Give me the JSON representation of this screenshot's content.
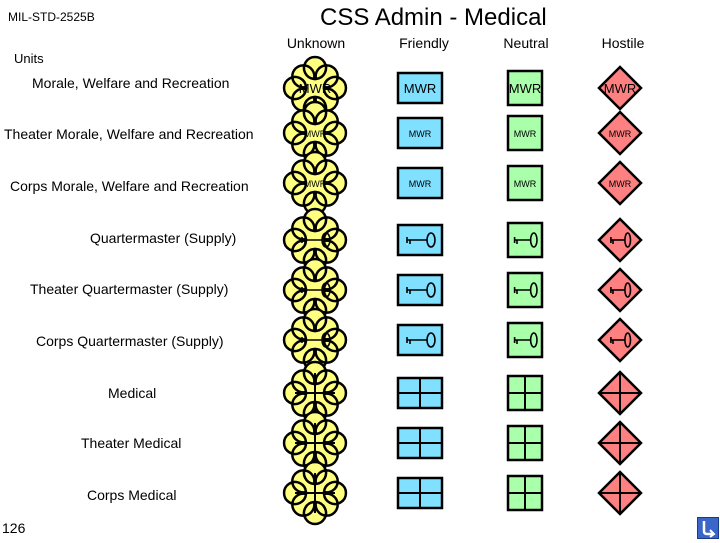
{
  "header": {
    "standard": "MIL-STD-2525B",
    "title": "CSS Admin - Medical",
    "units_label": "Units",
    "page_number": "126"
  },
  "columns": [
    "Unknown",
    "Friendly",
    "Neutral",
    "Hostile"
  ],
  "rows": [
    {
      "label": "Morale, Welfare and Recreation",
      "icon": "mwr",
      "size": "large",
      "text": "MWR"
    },
    {
      "label": "Theater Morale, Welfare and Recreation",
      "icon": "mwr",
      "size": "small",
      "text": "MWR"
    },
    {
      "label": "Corps Morale, Welfare and Recreation",
      "icon": "mwr",
      "size": "small",
      "text": "MWR"
    },
    {
      "label": "Quartermaster (Supply)",
      "icon": "quartermaster-key"
    },
    {
      "label": "Theater Quartermaster (Supply)",
      "icon": "quartermaster-key"
    },
    {
      "label": "Corps Quartermaster (Supply)",
      "icon": "quartermaster-key"
    },
    {
      "label": "Medical",
      "icon": "medical-cross"
    },
    {
      "label": "Theater Medical",
      "icon": "medical-cross"
    },
    {
      "label": "Corps Medical",
      "icon": "medical-cross"
    }
  ],
  "colors": {
    "unknown": "#ffff80",
    "friendly": "#80e0ff",
    "neutral": "#aaffaa",
    "hostile": "#ff8080",
    "nav_button": "#3a66c8"
  },
  "nav_icon": "return-arrow-icon"
}
